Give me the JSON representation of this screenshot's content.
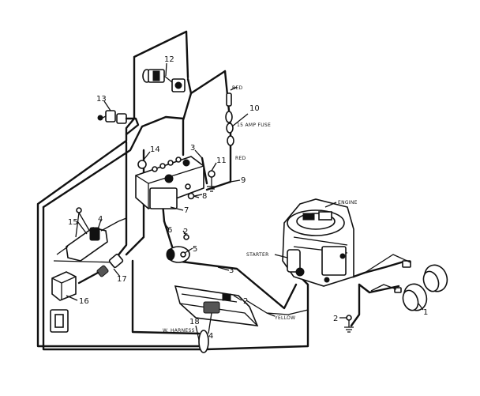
{
  "callouts": {
    "n1": "1",
    "n2a": "2",
    "n2b": "2",
    "n2c": "2",
    "n3a": "3",
    "n3b": "3",
    "n4a": "4",
    "n4b": "4",
    "n5": "5",
    "n6": "6",
    "n7": "7",
    "n8": "8",
    "n9": "9",
    "n10": "10",
    "n11": "11",
    "n12": "12",
    "n13": "13",
    "n14": "14",
    "n15": "15",
    "n16": "16",
    "n17": "17",
    "n18": "18"
  },
  "labels": {
    "red_top": "RED",
    "fuse": "15 AMP FUSE",
    "red_bottom": "RED",
    "engine": "ENGINE",
    "starter": "STARTER",
    "yellow": "YELLOW",
    "harness": "W. HARNESS"
  }
}
